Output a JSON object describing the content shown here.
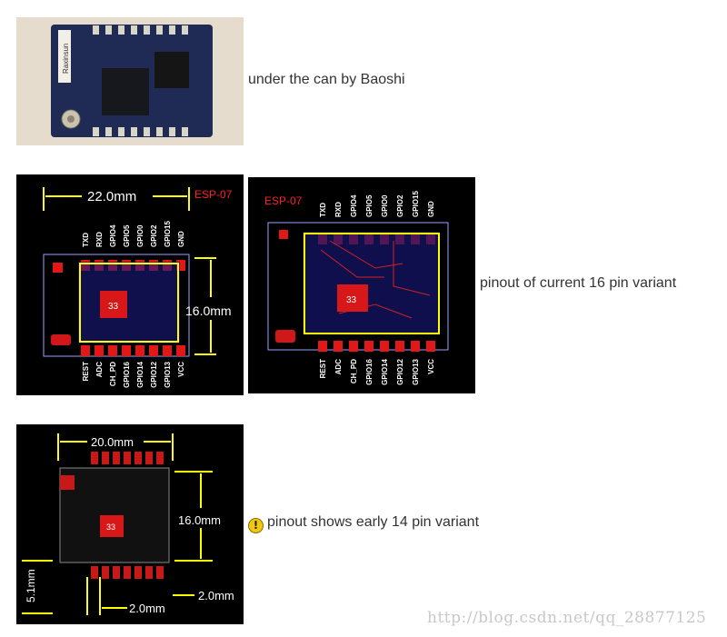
{
  "rows": [
    {
      "caption": "under the can by Baoshi"
    },
    {
      "caption": "pinout of current 16 pin variant"
    },
    {
      "caption": "pinout shows early 14 pin variant",
      "icon": "warning-icon"
    }
  ],
  "images": {
    "photo": {
      "module_text": "Raxinsun"
    },
    "esp07_dim": {
      "label": "ESP-07",
      "width": "22.0mm",
      "height": "16.0mm",
      "chip": "33",
      "top_pins": [
        "TXD",
        "RXD",
        "GPIO4",
        "GPIO5",
        "GPIO0",
        "GPIO2",
        "GPIO15",
        "GND"
      ],
      "bottom_pins": [
        "REST",
        "ADC",
        "CH_PD",
        "GPIO16",
        "GPIO14",
        "GPIO12",
        "GPIO13",
        "VCC"
      ]
    },
    "esp07_pcb": {
      "label": "ESP-07",
      "chip": "33",
      "top_pins": [
        "TXD",
        "RXD",
        "GPIO4",
        "GPIO5",
        "GPIO0",
        "GPIO2",
        "GPIO15",
        "GND"
      ],
      "bottom_pins": [
        "REST",
        "ADC",
        "CH_PD",
        "GPIO16",
        "GPIO14",
        "GPIO12",
        "GPIO13",
        "VCC"
      ]
    },
    "esp07_early": {
      "width": "20.0mm",
      "height": "16.0mm",
      "side": "5.1mm",
      "pitch": "2.0mm",
      "pitch2": "2.0mm",
      "chip": "33"
    }
  },
  "watermark": "http://blog.csdn.net/qq_28877125"
}
